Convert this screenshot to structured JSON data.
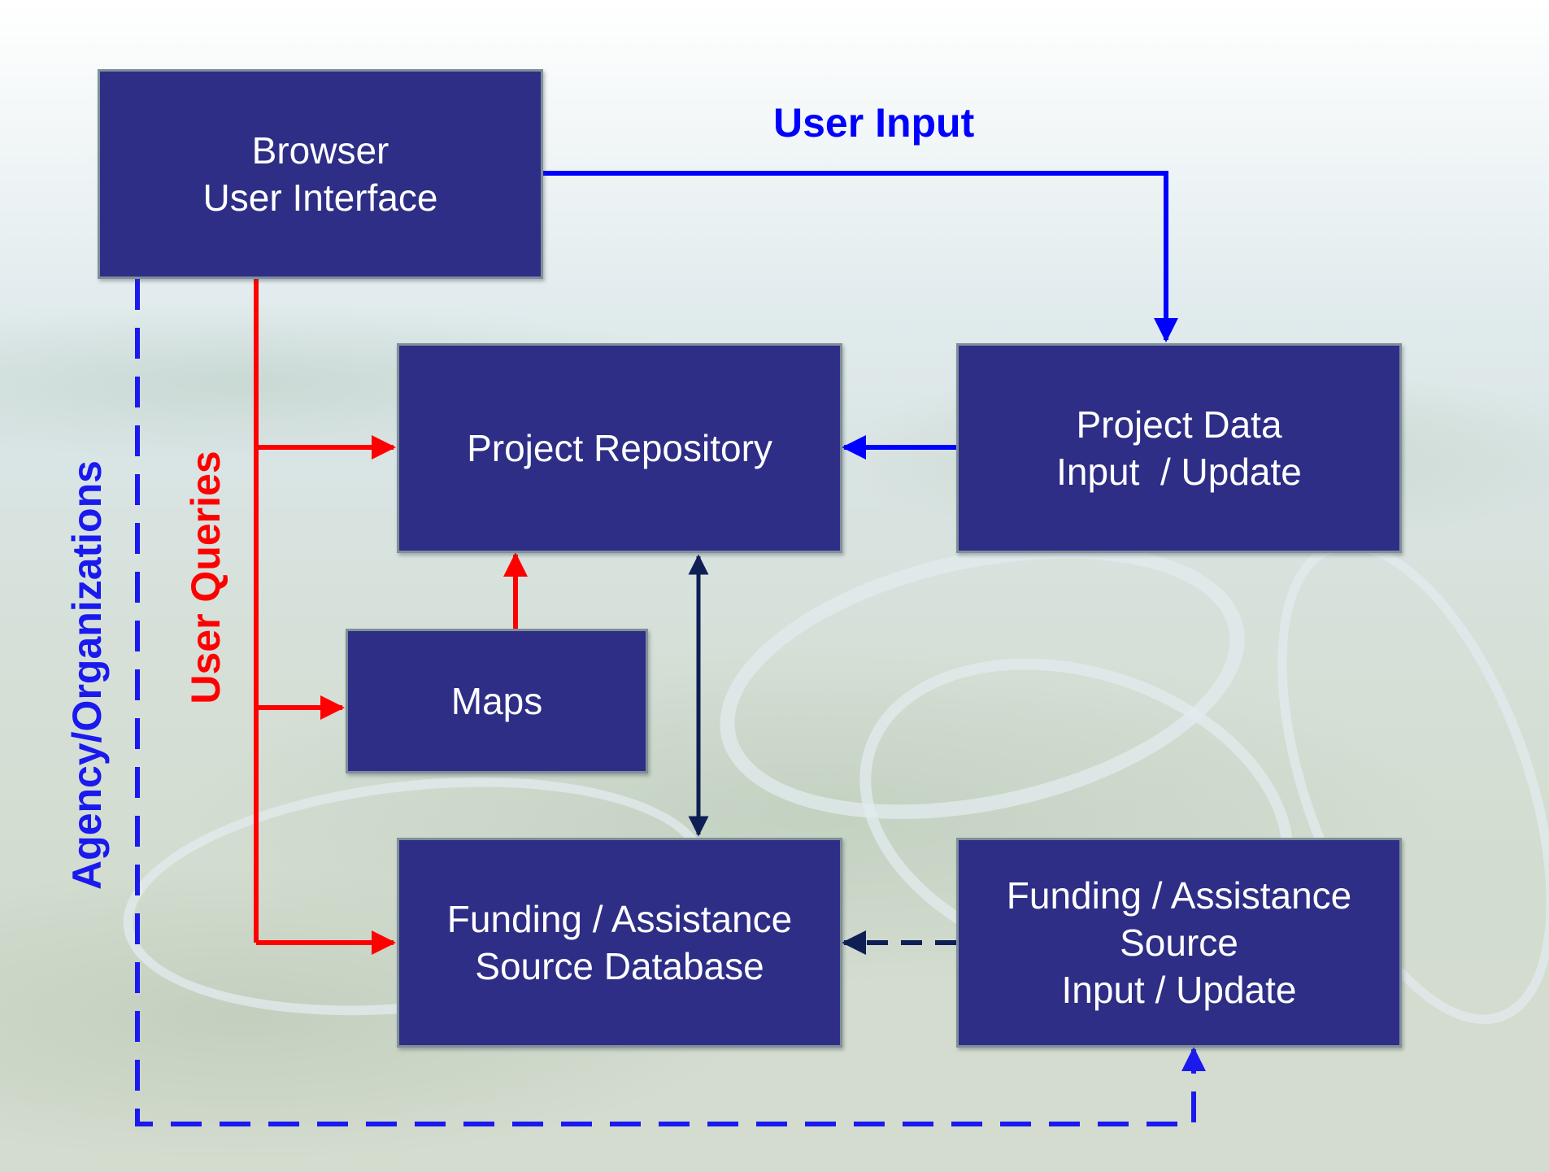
{
  "colors": {
    "box_fill": "#2e2e87",
    "box_border": "#7f8f99",
    "box_text": "#ffffff",
    "user_input": "#0000ff",
    "user_queries": "#ff0000",
    "agency": "#1a1aee",
    "dark_link": "#0f1f55"
  },
  "nodes": {
    "browser": {
      "line1": "Browser",
      "line2": "User Interface"
    },
    "repository": {
      "line1": "Project Repository"
    },
    "project_data": {
      "line1": "Project Data",
      "line2": "Input  / Update"
    },
    "maps": {
      "line1": "Maps"
    },
    "funding_db": {
      "line1": "Funding / Assistance",
      "line2": "Source Database"
    },
    "funding_input": {
      "line1": "Funding / Assistance",
      "line2": "Source",
      "line3": "Input / Update"
    }
  },
  "labels": {
    "user_input": "User Input",
    "user_queries": "User Queries",
    "agency": "Agency/Organizations"
  },
  "background": {
    "icon": "aerial-wetland-photo"
  }
}
